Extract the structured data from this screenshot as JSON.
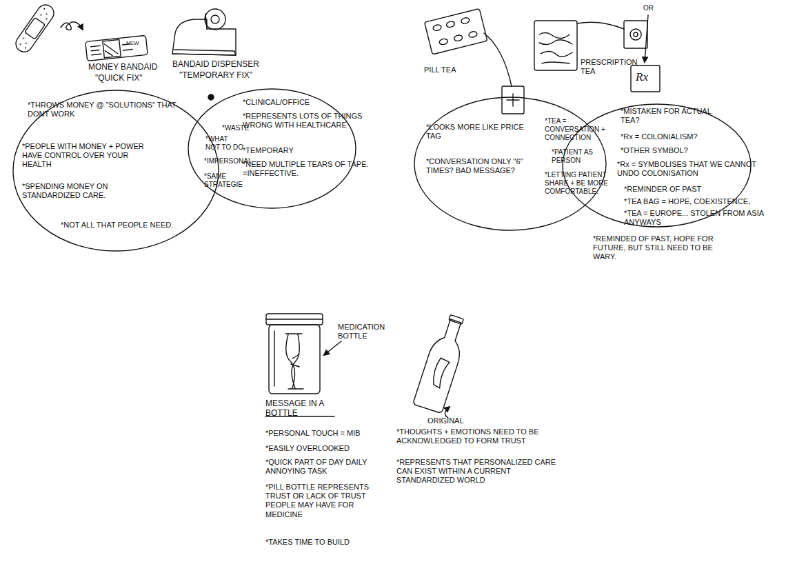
{
  "diagram": {
    "nodes": [
      {
        "text": [
          "*THROWS MONEY @ \"SOLUTIONS\" THAT DONT WORK",
          "*PEOPLE WITH MONEY + POWER HAVE CONTROL OVER YOUR HEALTH",
          "*SPENDING MONEY ON STANDARDIZED CARE.",
          "*NOT ALL THAT PEOPLE NEED."
        ]
      },
      {
        "text": [
          "*CLINICAL/OFFICE",
          "*REPRESENTS LOTS OF THINGS WRONG WITH HEALTHCARE",
          "*TEMPORARY",
          "*NEED MULTIPLE TEARS OF TAPE. =INEFFECTIVE."
        ]
      },
      {
        "text": [
          "*LOOKS MORE LIKE PRICE TAG",
          "*CONVERSATION ONLY \"6\" TIMES? BAD MESSAGE?"
        ]
      },
      {
        "text": [
          "*MISTAKEN FOR ACTUAL TEA?",
          "*Rx = COLONIALISM?",
          "*OTHER SYMBOL?",
          "*Rx = SYMBOLISES THAT WE CANNOT UNDO COLONISATION",
          "*REMINDER OF PAST",
          "*TEA BAG = HOPE, COEXISTENCE,",
          "*TEA = EUROPE... STOLEN FROM ASIA ANYWAYS",
          "*REMINDED OF PAST, HOPE FOR FUTURE, BUT STILL NEED TO BE WARY."
        ]
      }
    ],
    "labels": [
      "NEW",
      "MONEY BANDAID",
      "\"QUICK FIX\"",
      "BANDAID DISPENSER",
      "\"TEMPORARY FIX\"",
      "*WASTE",
      "*WHAT NOT TO DO",
      "*IMPERSONAL",
      "*SAME STRATEGIE",
      "PILL TEA",
      "PRESCRIPTION TEA",
      "OR",
      "Rx",
      "*TEA = CONVERSATION + CONNECTION",
      "*PATIENT AS PERSON",
      "*LETTING PATIENT SHARE + BE MORE COMFORTABLE.",
      "MEDICATION BOTTLE",
      "MESSAGE IN A BOTTLE",
      "*PERSONAL TOUCH = MIB",
      "*EASILY OVERLOOKED",
      "*QUICK PART OF DAY DAILY ANNOYING TASK",
      "*PILL BOTTLE REPRESENTS TRUST OR LACK OF TRUST PEOPLE MAY HAVE FOR MEDICINE",
      "*TAKES TIME TO BUILD",
      "ORIGINAL",
      "*THOUGHTS + EMOTIONS NEED TO BE ACKNOWLEDGED TO FORM TRUST",
      "*REPRESENTS THAT PERSONALIZED CARE CAN EXIST WITHIN A CURRENT STANDARDIZED WORLD"
    ]
  }
}
